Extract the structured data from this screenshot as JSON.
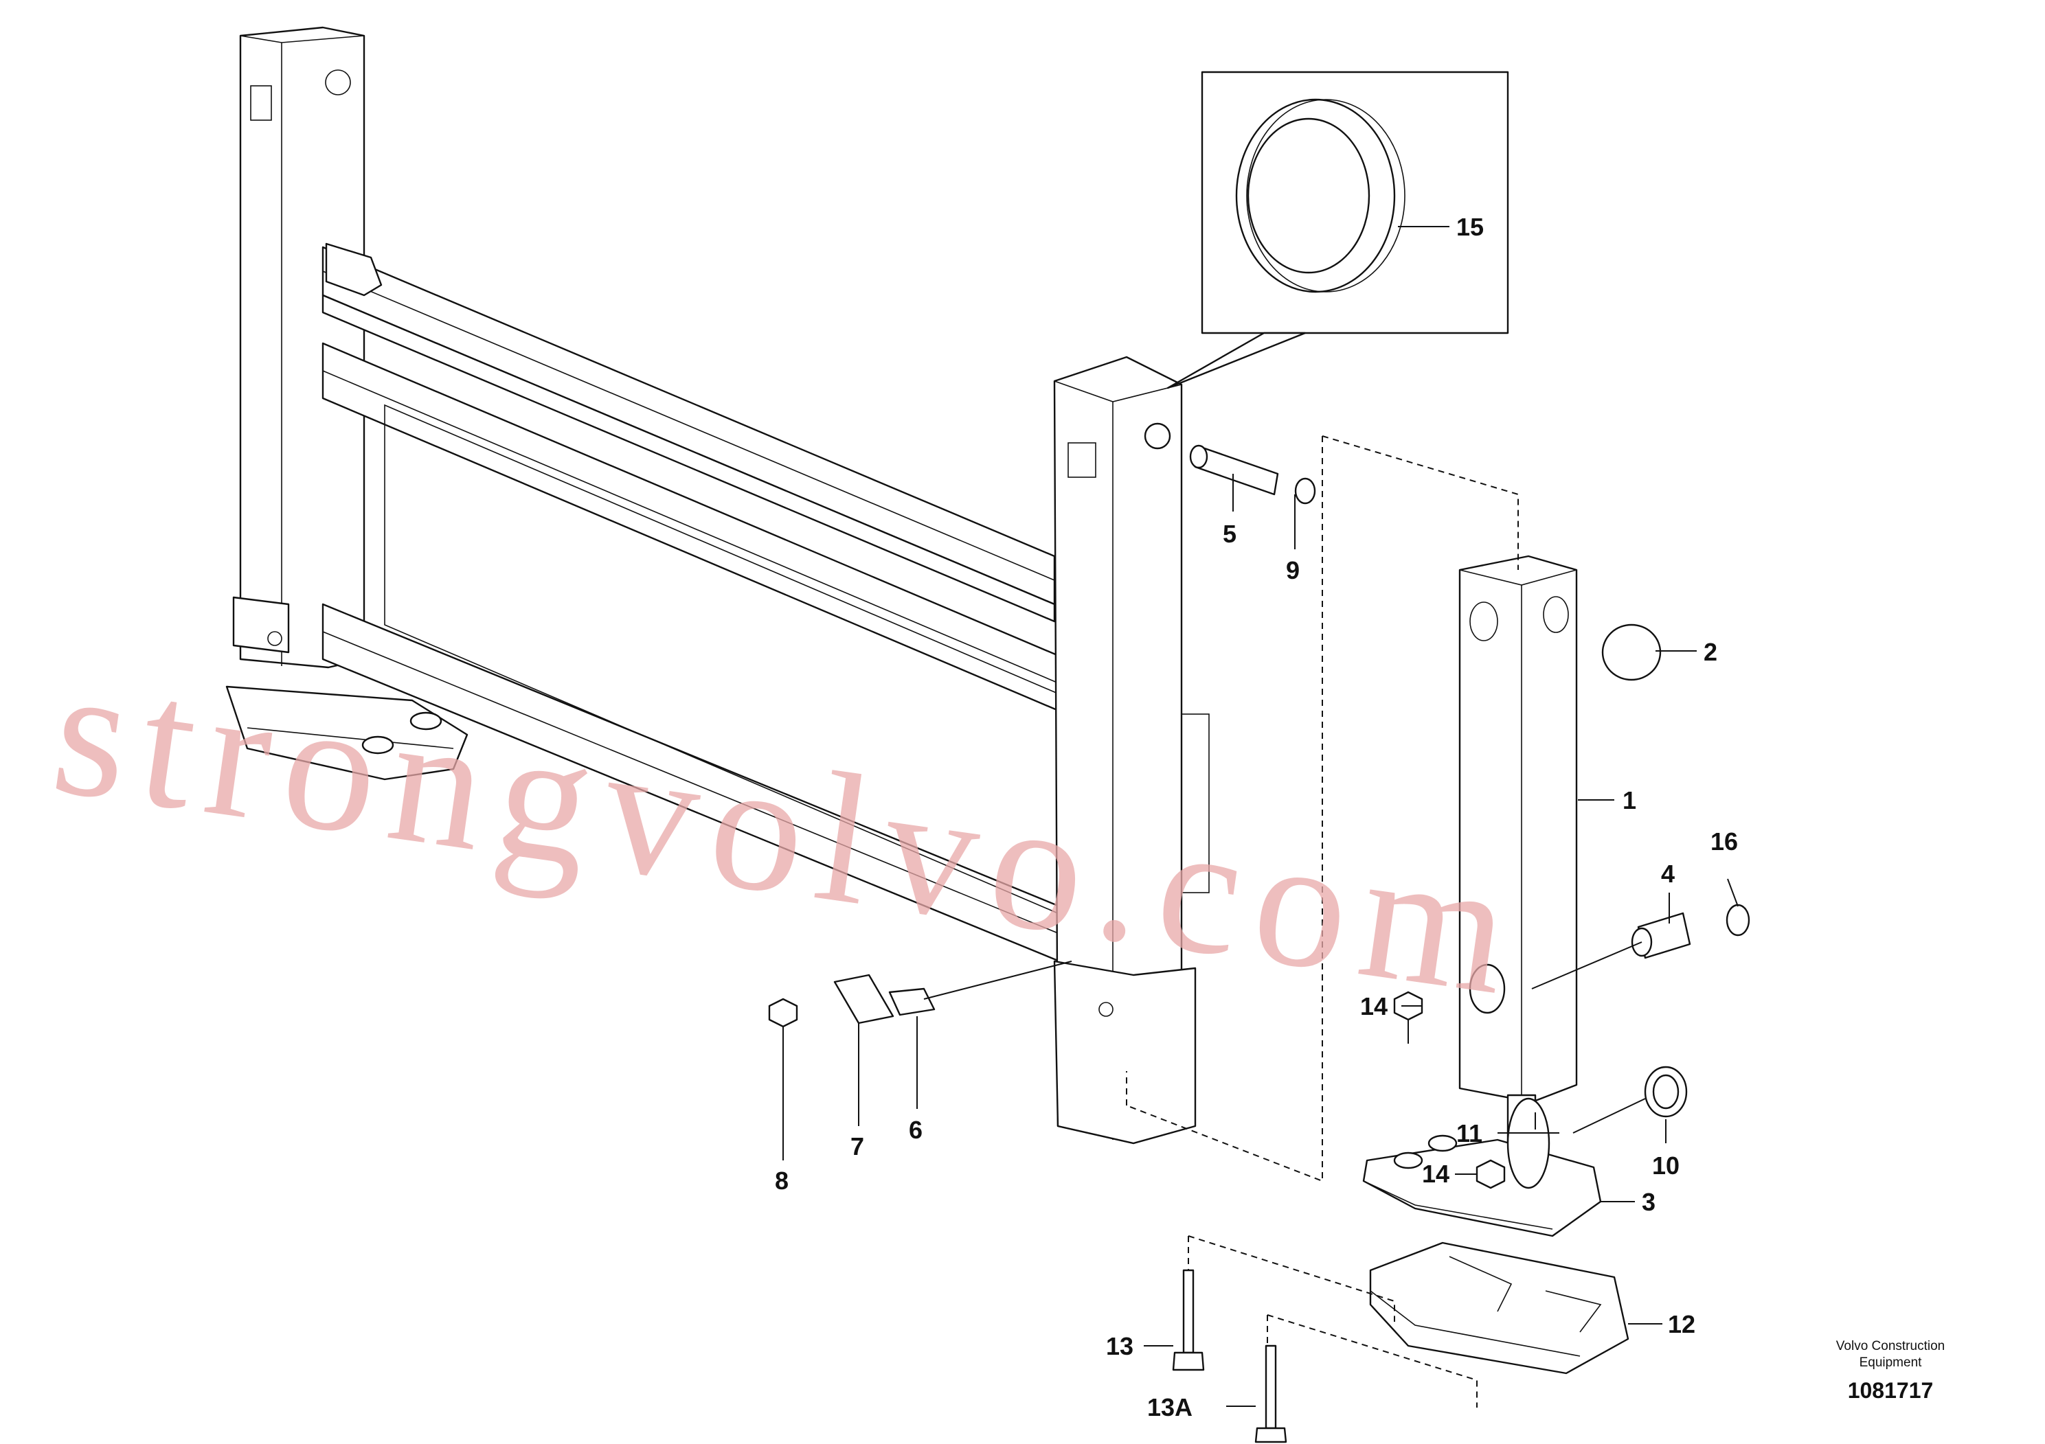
{
  "diagram": {
    "callouts": {
      "c1": "1",
      "c2": "2",
      "c3": "3",
      "c4": "4",
      "c5": "5",
      "c6": "6",
      "c7": "7",
      "c8": "8",
      "c9": "9",
      "c10": "10",
      "c11": "11",
      "c12": "12",
      "c13": "13",
      "c13a": "13A",
      "c14a": "14",
      "c14b": "14",
      "c15": "15",
      "c16": "16"
    },
    "credit_line1": "Volvo Construction",
    "credit_line2": "Equipment",
    "document_number": "1081717",
    "watermark": "strongvolvo.com"
  }
}
